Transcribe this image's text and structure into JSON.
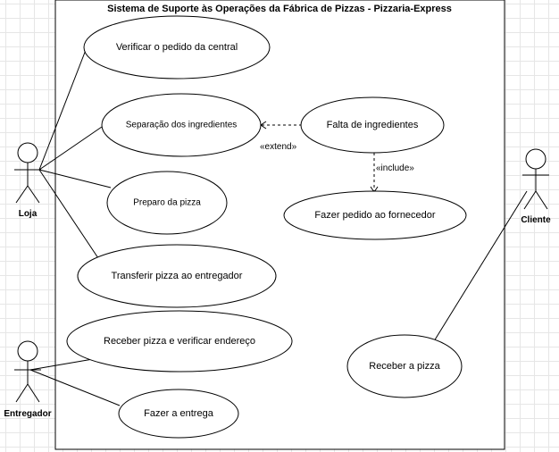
{
  "system": {
    "title": "Sistema de Suporte às Operações da Fábrica de Pizzas - Pizzaria-Express"
  },
  "actors": {
    "loja": "Loja",
    "entregador": "Entregador",
    "cliente": "Cliente"
  },
  "use_cases": {
    "verificar_pedido": "Verificar o pedido da central",
    "separacao": "Separação dos ingredientes",
    "falta": "Falta de ingredientes",
    "preparo": "Preparo da pizza",
    "pedido_fornecedor": "Fazer pedido ao fornecedor",
    "transferir": "Transferir pizza ao entregador",
    "receber_verificar": "Receber pizza e verificar endereço",
    "receber": "Receber a pizza",
    "entrega": "Fazer a entrega"
  },
  "relations": {
    "extend": "«extend»",
    "include": "«include»"
  }
}
